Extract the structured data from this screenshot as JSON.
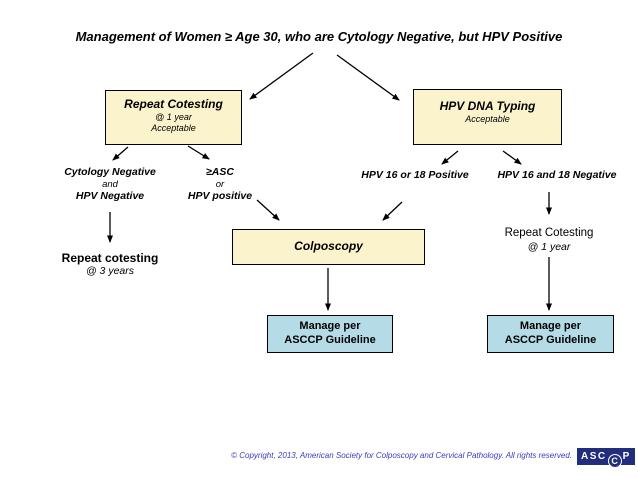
{
  "title": "Management of Women ≥ Age 30, who are Cytology Negative, but HPV Positive",
  "colors": {
    "box_yellow": "#faf3cc",
    "box_blue": "#b5dce6",
    "copyright_blue": "#3b3bbf",
    "logo_navy": "#232d7e"
  },
  "nodes": {
    "repeat_cotesting_box": {
      "title": "Repeat Cotesting",
      "line2": "@ 1 year",
      "line3": "Acceptable"
    },
    "hpv_dna_typing_box": {
      "title": "HPV DNA Typing",
      "line2": "Acceptable"
    },
    "colposcopy_box": {
      "title": "Colposcopy"
    },
    "manage_left_box": {
      "line1": "Manage per",
      "line2": "ASCCP Guideline"
    },
    "manage_right_box": {
      "line1": "Manage per",
      "line2": "ASCCP Guideline"
    }
  },
  "labels": {
    "cytology_negative": {
      "line1": "Cytology Negative",
      "line2": "and",
      "line3": "HPV Negative"
    },
    "asc": {
      "line1": "≥ASC",
      "line2": "or",
      "line3": "HPV positive"
    },
    "hpv_16_or_18_positive": "HPV 16 or 18 Positive",
    "hpv_16_and_18_negative": "HPV 16 and 18 Negative",
    "repeat_cotesting_3yr": {
      "line1": "Repeat cotesting",
      "line2": "@ 3 years"
    },
    "repeat_cotesting_1yr": {
      "line1": "Repeat Cotesting",
      "line2": "@ 1 year"
    }
  },
  "edges": [
    {
      "from": "title",
      "to": "repeat_cotesting_box"
    },
    {
      "from": "title",
      "to": "hpv_dna_typing_box"
    },
    {
      "from": "repeat_cotesting_box",
      "to": "cytology_negative"
    },
    {
      "from": "repeat_cotesting_box",
      "to": "asc"
    },
    {
      "from": "hpv_dna_typing_box",
      "to": "hpv_16_or_18_positive"
    },
    {
      "from": "hpv_dna_typing_box",
      "to": "hpv_16_and_18_negative"
    },
    {
      "from": "cytology_negative",
      "to": "repeat_cotesting_3yr"
    },
    {
      "from": "asc",
      "to": "colposcopy_box"
    },
    {
      "from": "hpv_16_or_18_positive",
      "to": "colposcopy_box"
    },
    {
      "from": "hpv_16_and_18_negative",
      "to": "repeat_cotesting_1yr"
    },
    {
      "from": "colposcopy_box",
      "to": "manage_left_box"
    },
    {
      "from": "repeat_cotesting_1yr",
      "to": "manage_right_box"
    }
  ],
  "footer": {
    "copyright": "© Copyright, 2013, American Society for Colposcopy and Cervical Pathology.  All rights reserved.",
    "logo": {
      "part1": "ASC",
      "circled": "C",
      "part2": "P"
    }
  }
}
